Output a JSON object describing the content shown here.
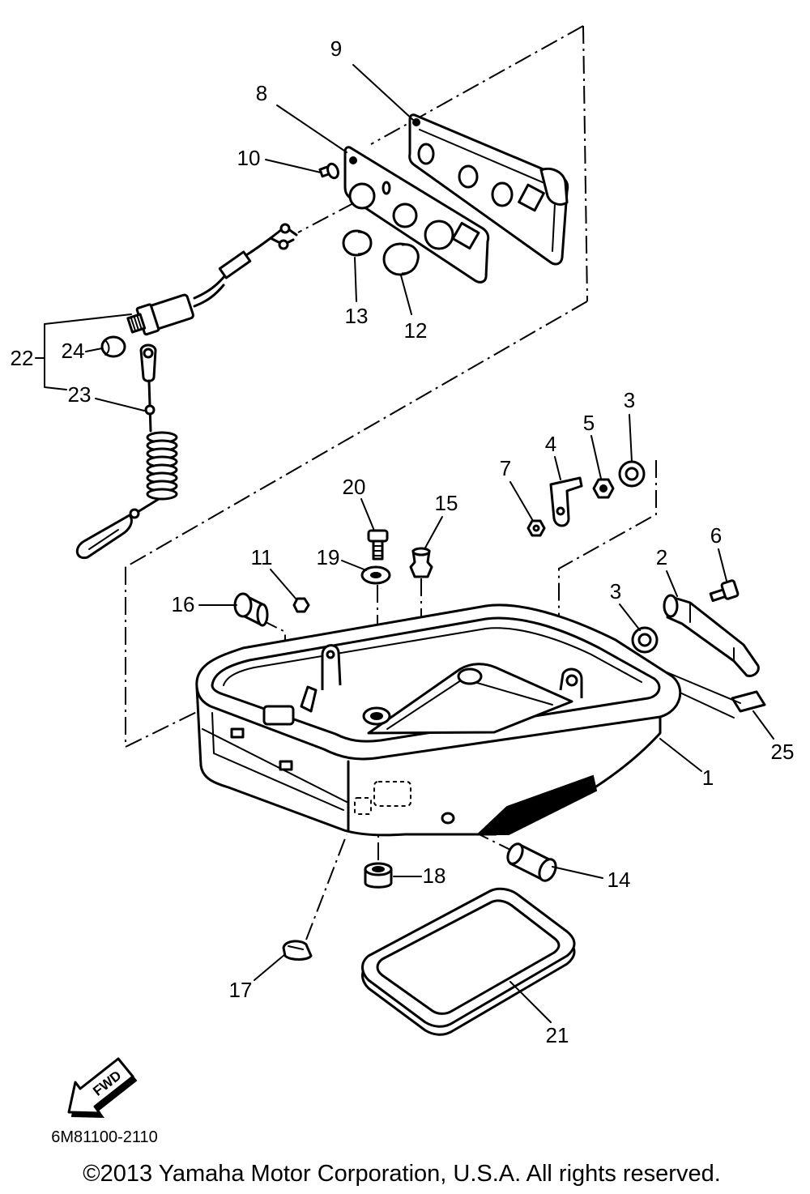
{
  "diagram": {
    "callouts": {
      "part_1": "1",
      "part_2": "2",
      "part_3_upper": "3",
      "part_3_lower": "3",
      "part_4": "4",
      "part_5": "5",
      "part_6": "6",
      "part_7": "7",
      "part_8": "8",
      "part_9": "9",
      "part_10": "10",
      "part_11": "11",
      "part_12": "12",
      "part_13": "13",
      "part_14": "14",
      "part_15": "15",
      "part_16": "16",
      "part_17": "17",
      "part_18": "18",
      "part_19": "19",
      "part_20": "20",
      "part_21": "21",
      "part_22": "22",
      "part_23": "23",
      "part_24": "24",
      "part_25": "25"
    },
    "fwd_arrow_label": "FWD",
    "drawing_number": "6M81100-2110"
  },
  "footer": {
    "copyright": "©2013 Yamaha Motor Corporation, U.S.A. All rights reserved."
  },
  "colors": {
    "line_art": "#000000",
    "background": "#ffffff"
  }
}
